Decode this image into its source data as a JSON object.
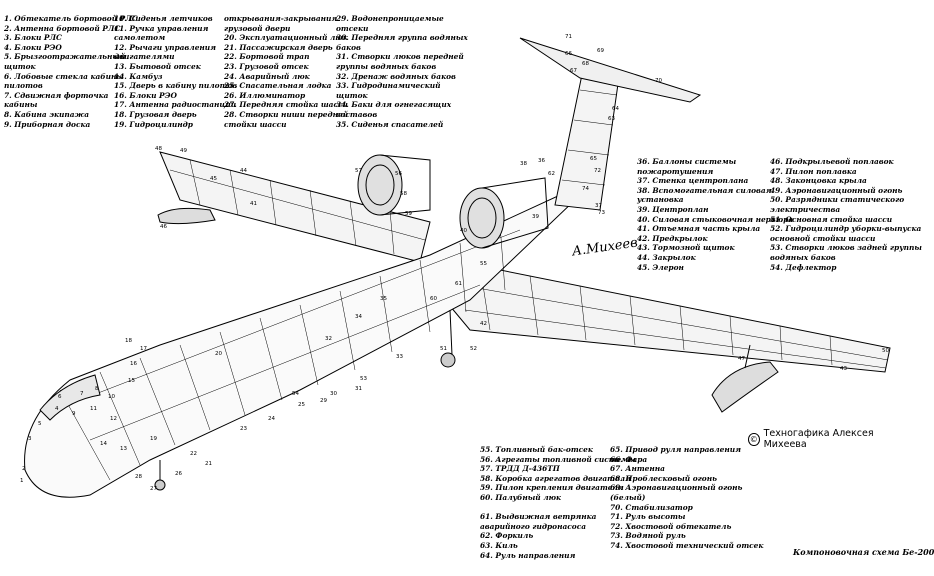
{
  "legend_blocks": [
    {
      "id": "col1",
      "items": [
        "1. Обтекатель бортовой РЛС",
        "2. Антенна бортовой РЛС",
        "3. Блоки РЛС",
        "4. Блоки РЭО",
        "5. Брызгоотражательный",
        "щиток",
        "6. Лобовые стекла кабины",
        "пилотов",
        "7. Сдвижная форточка",
        "кабины",
        "8. Кабина экипажа",
        "9. Приборная доска"
      ]
    },
    {
      "id": "col2",
      "items": [
        "10. Сиденья летчиков",
        "11. Ручка управления",
        "самолетом",
        "12. Рычаги управления",
        "двигателями",
        "13. Бытовой отсек",
        "14. Камбуз",
        "15. Дверь в кабину пилотов",
        "16. Блоки РЭО",
        "17. Антенна радиостанции",
        "18. Грузовая дверь",
        "19. Гидроцилиндр"
      ]
    },
    {
      "id": "col3",
      "items": [
        "открывания-закрывания",
        "грузовой двери",
        "20. Эксплуатационный люк",
        "21. Пассажирская дверь",
        "22. Бортовой трап",
        "23. Грузовой отсек",
        "24. Аварийный люк",
        "25. Спасательная лодка",
        "26. Иллюминатор",
        "27. Передняя стойка шасси",
        "28. Створки ниши передней",
        "стойки шасси"
      ]
    },
    {
      "id": "col4",
      "items": [
        "29. Водонепроницаемые",
        "отсеки",
        "30. Передняя группа водяных",
        "баков",
        "31. Створки люков передней",
        "группы водяных баков",
        "32. Дренаж водяных баков",
        "33. Гидродинамический",
        "щиток",
        "34. Баки для огнегасящих",
        "составов",
        "35. Сиденья спасателей"
      ]
    },
    {
      "id": "col5",
      "items": [
        "36. Баллоны системы",
        "пожаротушения",
        "37. Стенка центроплана",
        "38. Вспомогательная силовая",
        "установка",
        "39. Центроплан",
        "40. Силовая стыковочная нервюра",
        "41. Отъемная часть крыла",
        "42. Предкрылок",
        "43. Тормозной щиток",
        "44. Закрылок",
        "45. Элерон"
      ]
    },
    {
      "id": "col6",
      "items": [
        "46. Подкрыльевой поплавок",
        "47. Пилон поплавка",
        "48. Законцовка крыла",
        "49. Аэронавигационный огонь",
        "50. Разрядники статического",
        "электричества",
        "51. Основная стойка шасси",
        "52. Гидроцилиндр уборки-выпуска",
        "основной стойки шасси",
        "53. Створки люков задней группы",
        "водяных баков",
        "54. Дефлектор"
      ]
    },
    {
      "id": "col7",
      "items": [
        "55. Топливный бак-отсек",
        "56. Агрегаты топливной системы",
        "57. ТРДД Д-436ТП",
        "58. Коробка агрегатов двигателя",
        "59. Пилон крепления двигателя",
        "60. Палубный люк",
        "",
        "61. Выдвижная ветрянка",
        "аварийного гидронасоса",
        "62. Форкиль",
        "63. Киль",
        "64. Руль направления"
      ]
    },
    {
      "id": "col8",
      "items": [
        "65. Привод руля направления",
        "66. Фара",
        "67. Антенна",
        "68. Проблесковый огонь",
        "69. Аэронавигационный огонь",
        "(белый)",
        "70. Стабилизатор",
        "71. Руль высоты",
        "72. Хвостовой обтекатель",
        "73. Водяной руль",
        "74. Хвостовой технический отсек"
      ]
    }
  ],
  "credit": "Техногафика Алексея Михеева",
  "credit_symbol": "©",
  "caption": "Компоновочная схема Бе-200",
  "signature": "А.Михеев",
  "callouts": [
    "1",
    "2",
    "3",
    "4",
    "5",
    "6",
    "7",
    "8",
    "9",
    "10",
    "11",
    "12",
    "13",
    "14",
    "15",
    "16",
    "17",
    "18",
    "19",
    "20",
    "21",
    "22",
    "23",
    "24",
    "25",
    "26",
    "27",
    "28",
    "29",
    "30",
    "31",
    "32",
    "33",
    "34",
    "35",
    "36",
    "37",
    "38",
    "39",
    "40",
    "41",
    "42",
    "43",
    "44",
    "45",
    "46",
    "47",
    "48",
    "49",
    "50",
    "51",
    "52",
    "53",
    "54",
    "55",
    "56",
    "57",
    "58",
    "59",
    "60",
    "61",
    "62",
    "63",
    "64",
    "65",
    "66",
    "67",
    "68",
    "69",
    "70",
    "71",
    "72",
    "73",
    "74"
  ]
}
